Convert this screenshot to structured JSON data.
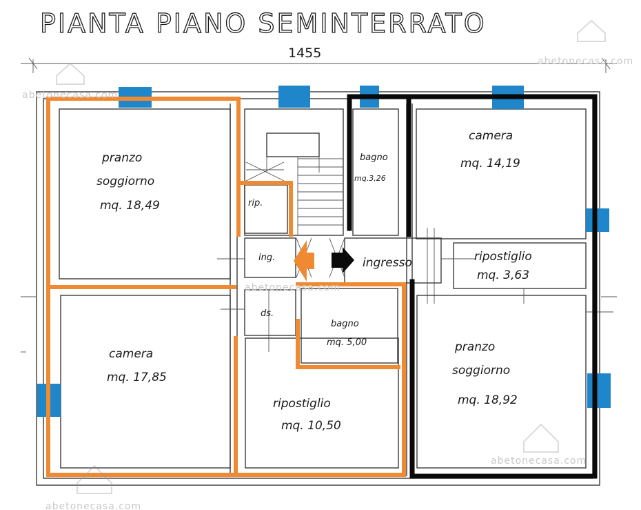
{
  "title": "PIANTA PIANO SEMINTERRATO",
  "dimension": "1455",
  "watermark": "abetonecasa.com",
  "colors": {
    "orange": "#f08a32",
    "black": "#0a0a0a",
    "window": "#1f86c9"
  },
  "rooms": {
    "left_living_name1": "pranzo",
    "left_living_name2": "soggiorno",
    "left_living_area": "mq. 18,49",
    "rip_small": "rip.",
    "ing_small": "ing.",
    "ds": "ds.",
    "left_camera_name": "camera",
    "left_camera_area": "mq. 17,85",
    "bagno_center_name": "bagno",
    "bagno_center_area": "mq. 5,00",
    "rip_center_name": "ripostiglio",
    "rip_center_area": "mq. 10,50",
    "bagno_small_name": "bagno",
    "bagno_small_area": "mq.3,26",
    "ingresso": "ingresso",
    "right_camera_name": "camera",
    "right_camera_area": "mq. 14,19",
    "right_rip_name": "ripostiglio",
    "right_rip_area": "mq. 3,63",
    "right_living_name1": "pranzo",
    "right_living_name2": "soggiorno",
    "right_living_area": "mq. 18,92"
  }
}
